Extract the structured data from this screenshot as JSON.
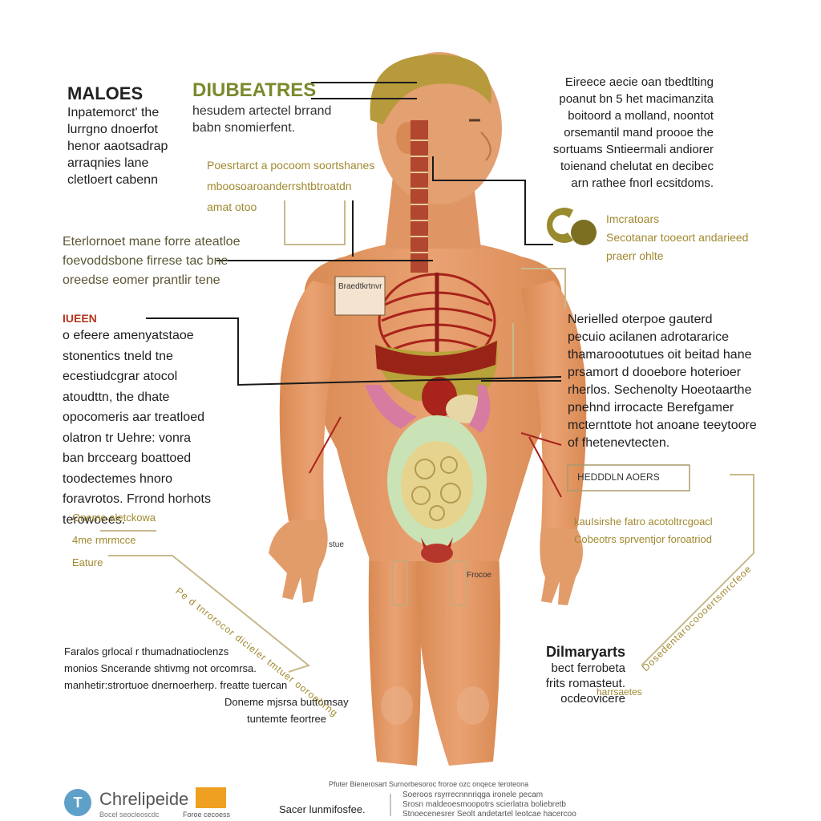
{
  "header_left": {
    "title": "MALOES",
    "lines": [
      "Inpatemorct' the",
      "lurrgno dnoerfot",
      "henor aaotsadrap",
      "arraqnies lane",
      "cletloert cabenn"
    ]
  },
  "header_center": {
    "title": "DIUBEATRES",
    "lines": [
      "hesudem artectel brrand",
      "babn snomierfent."
    ]
  },
  "olive_center": {
    "lines": [
      "Poesrtarct a pocoom soortshanes",
      "mboosoaroanderrshtbtroatdn",
      "amat otoo"
    ]
  },
  "right_top": {
    "lines": [
      "Eireece aecie oan tbedtlting",
      "poanut bn 5 het macimanzita",
      "boitoord a molland, noontot",
      "orsemantil mand proooe the",
      "sortuams Sntieermali andiorer",
      "toienand chelutat en decibec",
      "arn rathee fnorl ecsitdoms."
    ]
  },
  "right_icon_block": {
    "lines": [
      "Imcratoars",
      "Secotanar tooeort andarieed",
      "praerr ohlte"
    ]
  },
  "left_mid": {
    "lines": [
      "Eterlornoet mane forre ateatloe",
      "foevoddsbone firrese tac bne",
      "oreedse eomer prantlir tene"
    ]
  },
  "left_red": {
    "title": "IUEEN",
    "lines": [
      "o efeere amenyatstaoe",
      "stonentics tneld tne",
      "ecestiudcgrar atocol",
      "atoudttn, the dhate",
      "opocomeris aar treatloed",
      "olatron tr Uehre: vonra",
      "ban brccearg boattoed",
      "toodectemes hnoro",
      "foravrotos. Frrond horhots",
      "terowoees."
    ]
  },
  "left_olive_small": {
    "lines": [
      "Oneme aletckowa",
      "4me rmrmcce",
      "Eature"
    ]
  },
  "right_mid": {
    "lines": [
      "Nerielled oterpoe gauterd",
      "pecuio acilanen adrotararice",
      "thamaroootutues oit beitad hane",
      "prsamort d dooebore hoterioer",
      "rherlos. Sechenolty Hoeotaarthe",
      "pnehnd irrocacte Berefgamer",
      "mcternttote hot anoane teeytoore",
      "of fhetenevtecten."
    ]
  },
  "right_box_label": "HEDDDLN AOERS",
  "right_olive_small": {
    "lines": [
      "kauIsirshe fatro acotoltrcgoacl",
      "Cobeotrs sprventjor foroatriod"
    ]
  },
  "left_bottom": {
    "lines": [
      "Faralos grlocal r thumadnatioclenzs",
      "monios Sncerande shtivmg not orcomrsa.",
      "manhetir:strortuoe dnernoerherp. freatte tuercan"
    ],
    "sub_lines": [
      "Doneme mjsrsa buttomsay",
      "tuntemte feortree"
    ]
  },
  "right_bottom": {
    "title_lines": [
      "Dilmaryarts",
      "bect ferrobeta"
    ],
    "lines": [
      "frits romasteut.",
      "ocdeovicere"
    ],
    "aside": "harrsaetes"
  },
  "body_labels": {
    "box_label": "Braedtkrtnvr",
    "hand_label": "stue",
    "thigh_label": "Frocoe"
  },
  "diagonal_left_label": "Pe d tnrorocor dicieler tmtuer ooroebrng",
  "diagonal_right_label": "Dosedentarocoooertsmrcfeoe",
  "footer": {
    "logo_text": "Chrelipeide",
    "logo_sub": "Bocel seocleoscdc",
    "badge_sub": "Foroe cecoess",
    "mid_label": "Sacer lunmifosfee.",
    "mid_top": "Pfuter Bienerosart Surnorbesoroc froroe ozc onqece teroteona",
    "col_lines": [
      "Soeroos rsyrrecnnnriqga ironele pecam",
      "Srosn maldeoesmoopotrs scierlatra boliebretb",
      "Stnoecenesrer Seolt andetartel leotcae hacercoo"
    ]
  },
  "colors": {
    "skin": "#e0945e",
    "skin_dark": "#c97a47",
    "hair": "#b79a3b",
    "organ_red": "#a8231b",
    "organ_olive": "#b8a23a",
    "intestine_green": "#c9e2b6",
    "intestine_yellow": "#e6d48e",
    "olive_text": "#a0892f",
    "red_text": "#b5351d"
  }
}
